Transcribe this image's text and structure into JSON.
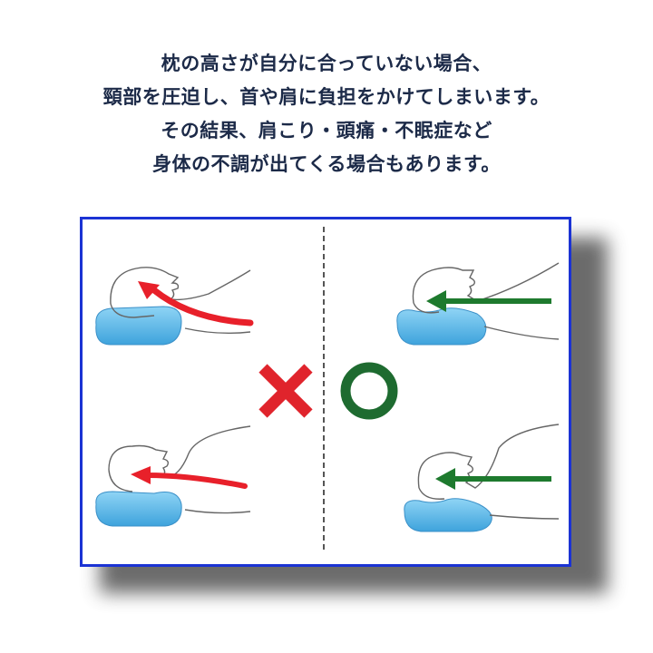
{
  "caption": {
    "lines": [
      "枕の高さが自分に合っていない場合、",
      "頸部を圧迫し、首や肩に負担をかけてしまいます。",
      "その結果、肩こり・頭痛・不眠症など",
      "身体の不調が出てくる場合もあります。"
    ]
  },
  "colors": {
    "caption_text": "#1c2a48",
    "panel_border": "#1b33d4",
    "bad_arrow": "#e8202a",
    "good_arrow": "#1e7a2e",
    "bad_mark": "#e0242c",
    "good_mark": "#1e6b30",
    "pillow": "#5ab8e8"
  },
  "icons": {
    "bad_mark": "x-mark-icon",
    "good_mark": "circle-mark-icon"
  }
}
